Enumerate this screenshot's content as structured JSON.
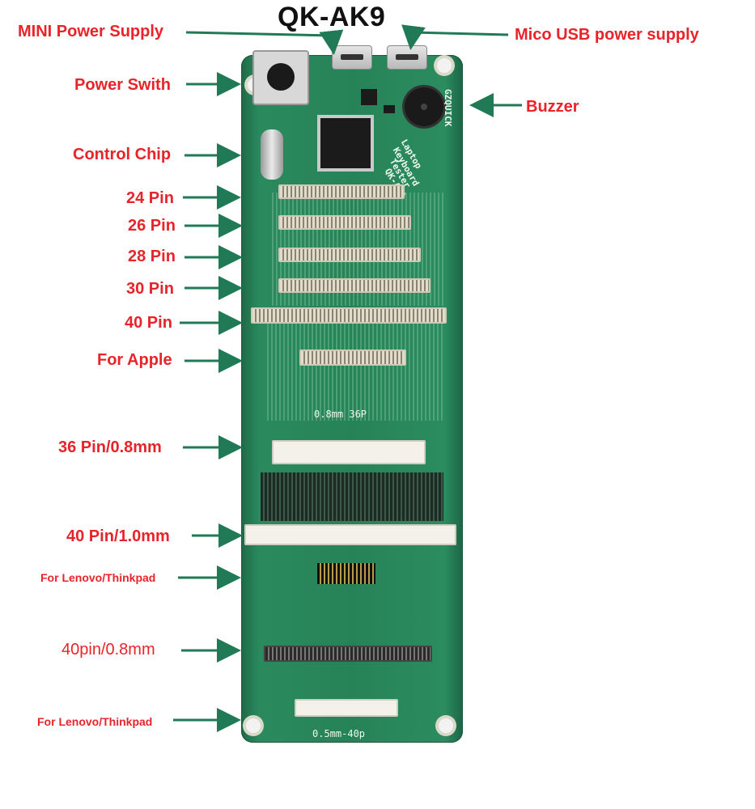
{
  "title": "QK-AK9",
  "labels": {
    "mini_power": "MINI Power Supply",
    "micro_usb": "Mico USB power supply",
    "power_switch": "Power Swith",
    "buzzer": "Buzzer",
    "control_chip": "Control Chip",
    "pin24": "24 Pin",
    "pin26": "26 Pin",
    "pin28": "28 Pin",
    "pin30": "30 Pin",
    "pin40": "40 Pin",
    "apple": "For Apple",
    "pin36_08": "36 Pin/0.8mm",
    "pin40_10": "40 Pin/1.0mm",
    "lenovo1": "For Lenovo/Thinkpad",
    "pin40_08": "40pin/0.8mm",
    "lenovo2": "For Lenovo/Thinkpad"
  },
  "board": {
    "brand": "GZQUICK",
    "silk_line1": "Laptop",
    "silk_line2": "Keyboard",
    "silk_line3": "Tester",
    "silk_line4": "QK-AK9",
    "silk_36p": "0.8mm  36P",
    "silk_40p": "0.5mm-40p"
  },
  "colors": {
    "label": "#e8242a",
    "arrow": "#1f7a55",
    "pcb": "#268357"
  }
}
